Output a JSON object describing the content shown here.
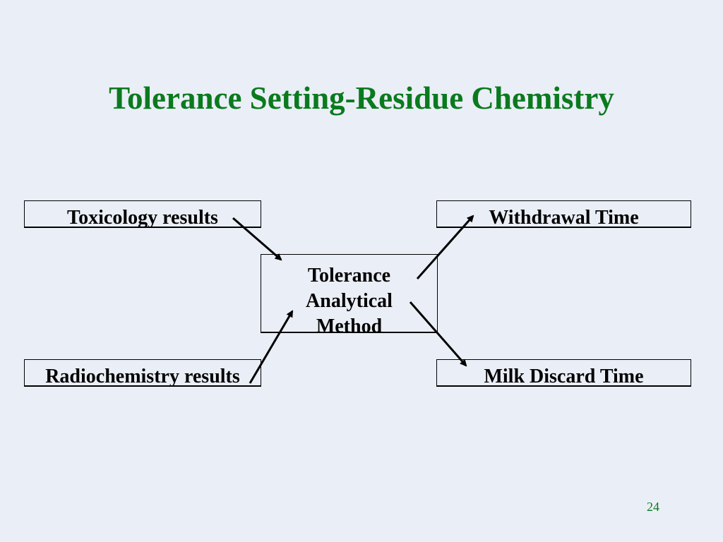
{
  "slide": {
    "title": "Tolerance Setting-Residue Chemistry",
    "page_number": "24"
  },
  "diagram": {
    "inputs": {
      "toxicology": "Toxicology results",
      "radiochemistry": "Radiochemistry results"
    },
    "center": {
      "line1": "Tolerance",
      "line2": "Analytical",
      "line3": "Method"
    },
    "outputs": {
      "withdrawal": "Withdrawal Time",
      "milk_discard": "Milk Discard Time"
    }
  },
  "colors": {
    "background": "#eaeef6",
    "title": "#0a7a1e",
    "text": "#000000",
    "page_number": "#0a7a1e"
  }
}
